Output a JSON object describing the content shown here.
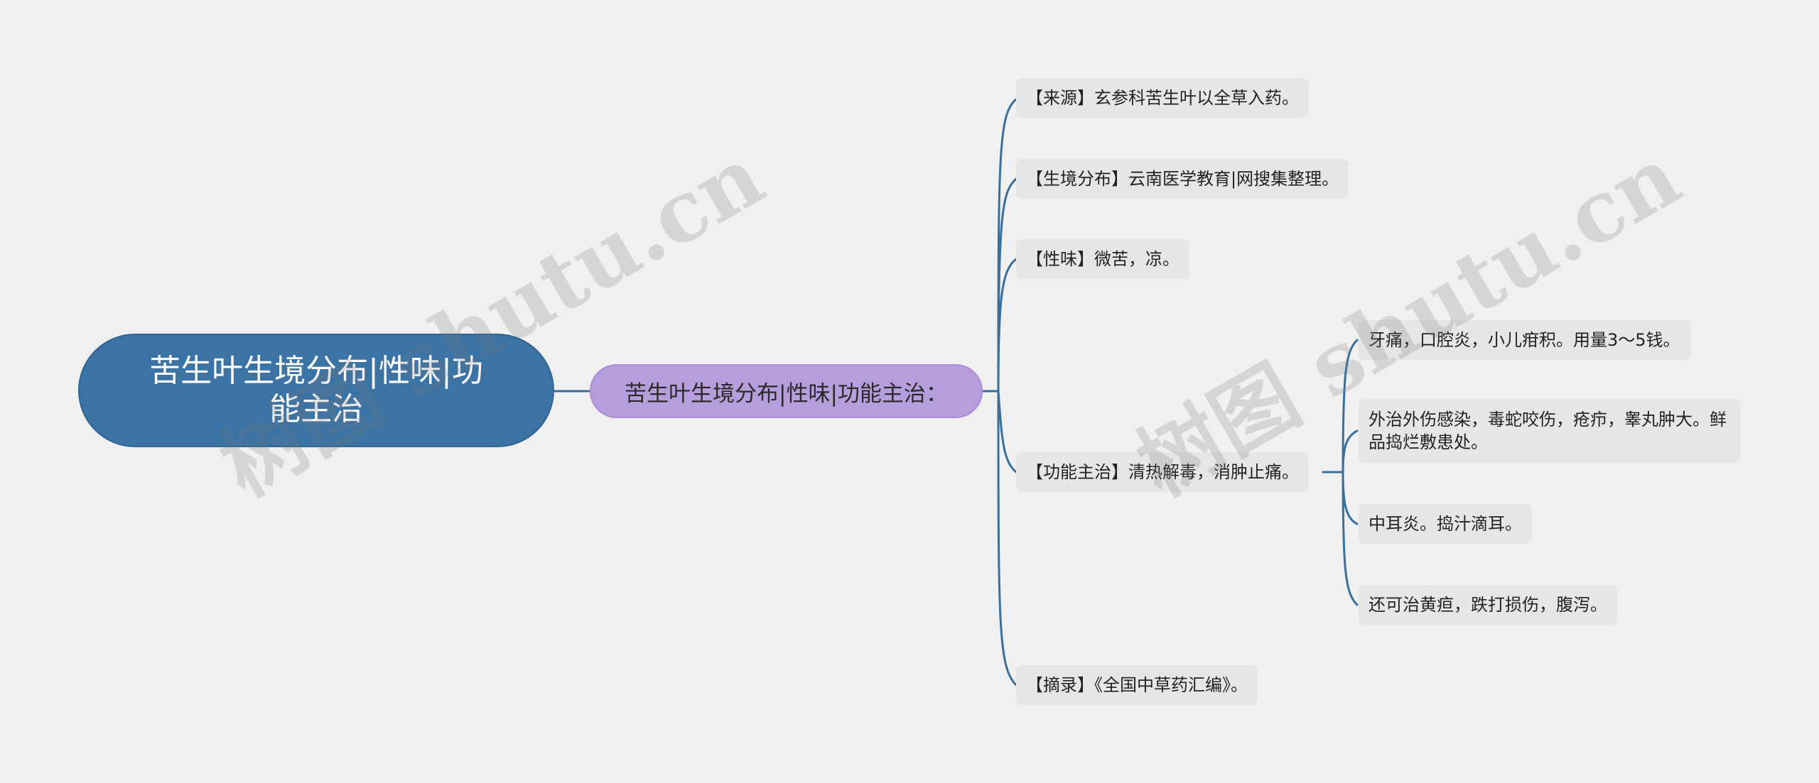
{
  "root": {
    "label": "苦生叶生境分布|性味|功能主治"
  },
  "subtopic": {
    "label": "苦生叶生境分布|性味|功能主治："
  },
  "branches": [
    {
      "label": "【来源】玄参科苦生叶以全草入药。"
    },
    {
      "label": "【生境分布】云南医学教育|网搜集整理。"
    },
    {
      "label": "【性味】微苦，凉。"
    },
    {
      "label": "【功能主治】清热解毒，消肿止痛。"
    },
    {
      "label": "【摘录】《全国中草药汇编》。"
    }
  ],
  "function_children": [
    {
      "label": "牙痛，口腔炎，小儿疳积。用量3～5钱。"
    },
    {
      "label": "外治外伤感染，毒蛇咬伤，疮疖，睾丸肿大。鲜品捣烂敷患处。"
    },
    {
      "label": "中耳炎。捣汁滴耳。"
    },
    {
      "label": "还可治黄疸，跌打损伤，腹泻。"
    }
  ],
  "watermarks": [
    "树图 shutu.cn",
    "树图 shutu.cn"
  ],
  "colors": {
    "root_fill": "#3b73a5",
    "subtopic_fill": "#b69ddc",
    "leaf_fill": "#e6e6e6",
    "connector": "#3b6f9b",
    "background": "#f0f0f0"
  }
}
